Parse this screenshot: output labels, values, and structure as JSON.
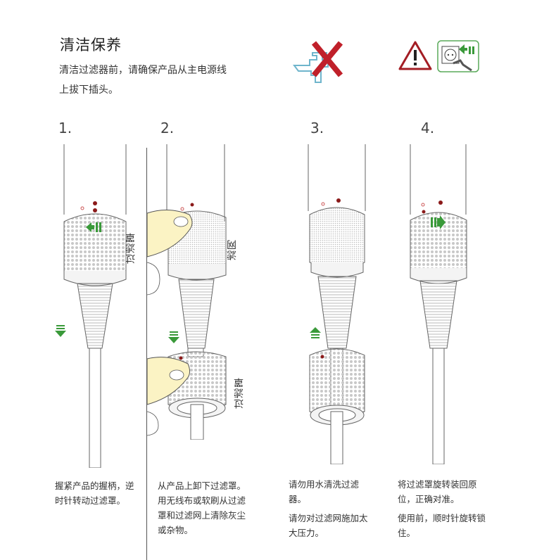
{
  "header": {
    "title": "清洁保养",
    "intro": "清洁过滤器前，请确保产品从主电源线上拔下插头。"
  },
  "warnings": {
    "no_water_icon": "no-water-faucet-icon",
    "alert_icon": "warning-triangle-icon",
    "unplug_icon": "unplug-socket-icon",
    "colors": {
      "red": "#c0202a",
      "green": "#3a9a3a",
      "faucet": "#6fb5cc"
    }
  },
  "steps": [
    {
      "number": "1.",
      "labels": [
        "过滤罩"
      ],
      "caption": [
        "握紧产品的握柄，逆时针转动过滤罩。"
      ]
    },
    {
      "number": "2.",
      "labels": [
        "滤网",
        "过滤罩"
      ],
      "caption": [
        "从产品上卸下过滤罩。用无线布或软刷从过滤罩和过滤网上清除灰尘或杂物。"
      ]
    },
    {
      "number": "3.",
      "labels": [],
      "caption": [
        "请勿用水清洗过滤器。",
        "请勿对过滤网施加太大压力。"
      ]
    },
    {
      "number": "4.",
      "labels": [],
      "caption": [
        "将过滤罩旋转装回原位，正确对准。",
        "使用前，顺时针旋转锁住。"
      ]
    }
  ],
  "colors": {
    "arrow_green": "#3a9a3a",
    "dot_red": "#8b1a1a",
    "hand_fill": "#fbf3c4",
    "filter_dots": "#c8c8c8",
    "line": "#555555"
  }
}
